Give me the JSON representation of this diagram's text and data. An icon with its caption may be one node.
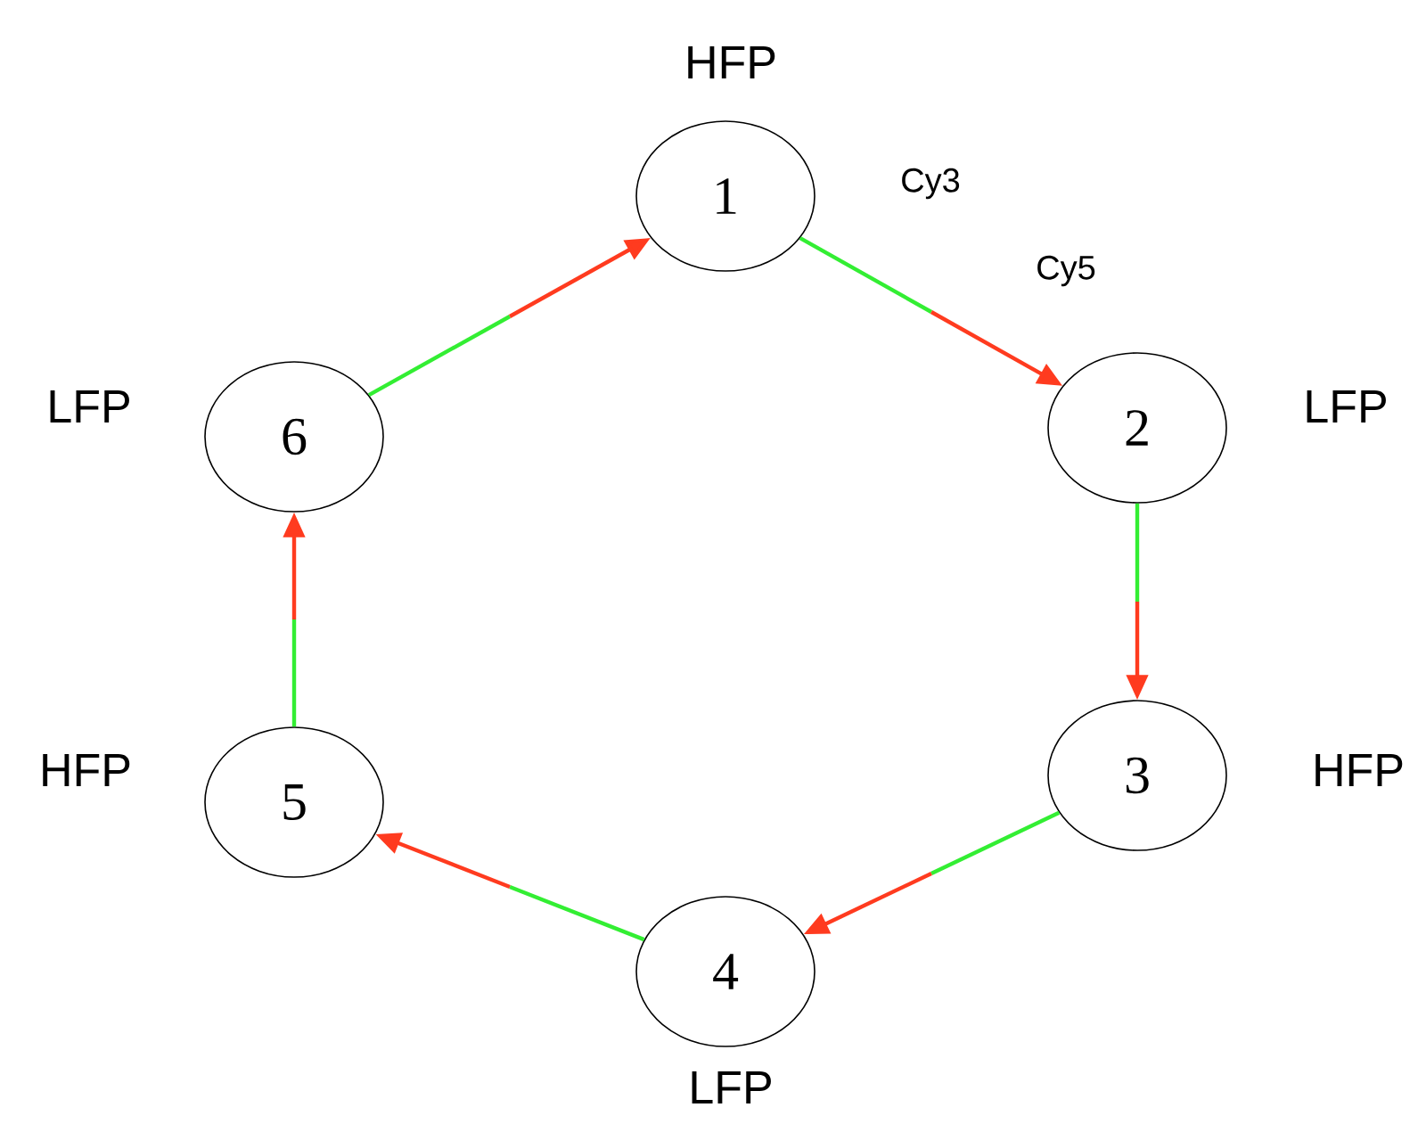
{
  "diagram": {
    "nodes": [
      {
        "text": [
          "1"
        ],
        "beside": [
          "HFP"
        ]
      },
      {
        "text": [
          "2"
        ],
        "beside": [
          "LFP"
        ]
      },
      {
        "text": [
          "3"
        ],
        "beside": [
          "HFP"
        ]
      },
      {
        "text": [
          "4"
        ],
        "beside": [
          "LFP"
        ]
      },
      {
        "text": [
          "5"
        ],
        "beside": [
          "HFP"
        ]
      },
      {
        "text": [
          "6"
        ],
        "beside": [
          "LFP"
        ]
      }
    ],
    "edges": [
      {
        "from": 0,
        "to": 1,
        "arrow": "to"
      },
      {
        "from": 1,
        "to": 2,
        "arrow": "to"
      },
      {
        "from": 2,
        "to": 3,
        "arrow": "to"
      },
      {
        "from": 3,
        "to": 4,
        "arrow": "to"
      },
      {
        "from": 4,
        "to": 5,
        "arrow": "to"
      },
      {
        "from": 5,
        "to": 0,
        "arrow": "to"
      }
    ],
    "labels": [
      "Cy3",
      "Cy5"
    ]
  }
}
